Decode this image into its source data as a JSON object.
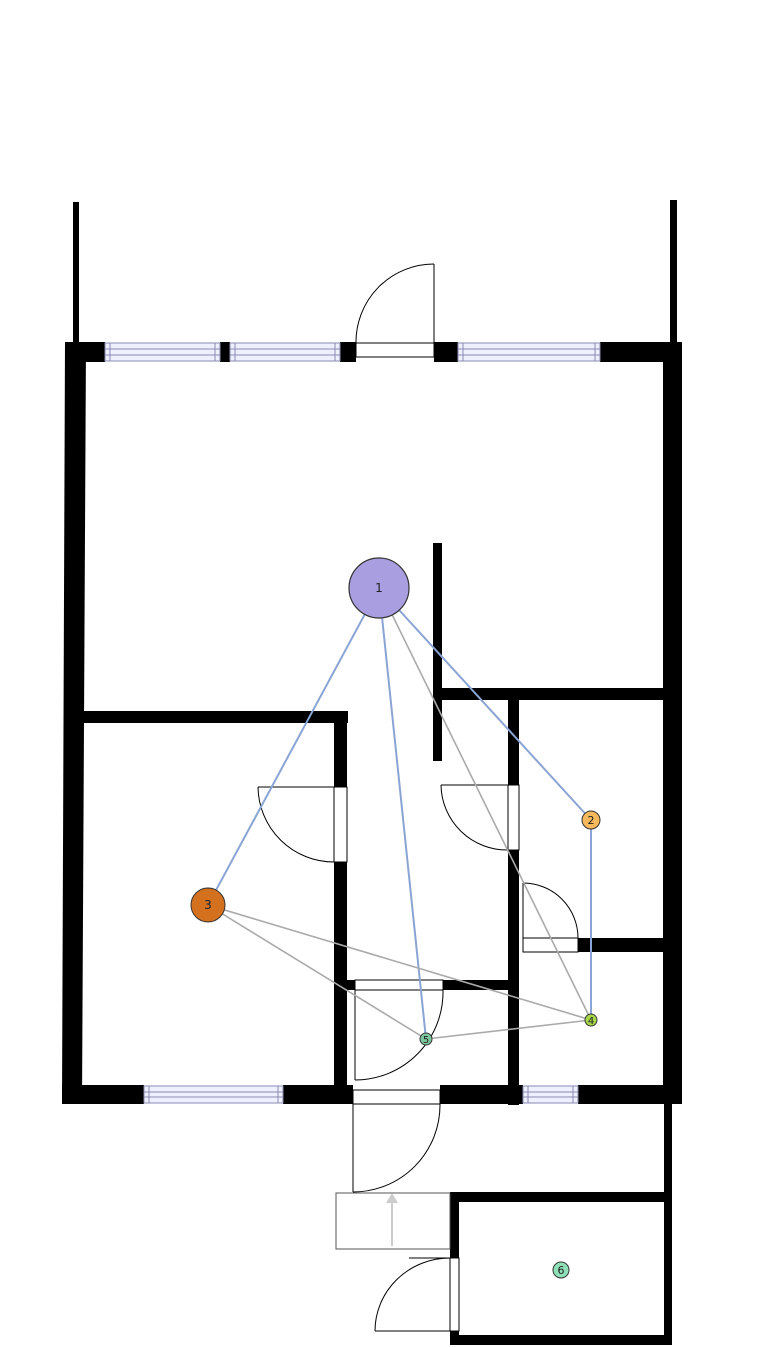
{
  "floorplan": {
    "colors": {
      "wall": "#000000",
      "window_fill": "#eef0ff",
      "window_stroke": "#8a8ab0",
      "door_stroke": "#000000",
      "edge_blue": "#8aa4d4",
      "edge_gray": "#aaaaaa",
      "stair_arrow": "#cccccc"
    },
    "nodes": [
      {
        "id": "1",
        "label": "1",
        "color": "#a89ee0"
      },
      {
        "id": "2",
        "label": "2",
        "color": "#f5b85c"
      },
      {
        "id": "3",
        "label": "3",
        "color": "#d4711e"
      },
      {
        "id": "4",
        "label": "4",
        "color": "#a8d84a"
      },
      {
        "id": "5",
        "label": "5",
        "color": "#7fc9a0"
      },
      {
        "id": "6",
        "label": "6",
        "color": "#8ee0b8"
      }
    ],
    "edges": [
      {
        "from": "1",
        "to": "3",
        "kind": "blue"
      },
      {
        "from": "1",
        "to": "5",
        "kind": "blue"
      },
      {
        "from": "1",
        "to": "2",
        "kind": "blue"
      },
      {
        "from": "1",
        "to": "4",
        "kind": "gray"
      },
      {
        "from": "2",
        "to": "4",
        "kind": "blue"
      },
      {
        "from": "3",
        "to": "5",
        "kind": "gray"
      },
      {
        "from": "3",
        "to": "4",
        "kind": "gray"
      },
      {
        "from": "5",
        "to": "4",
        "kind": "gray"
      }
    ]
  }
}
